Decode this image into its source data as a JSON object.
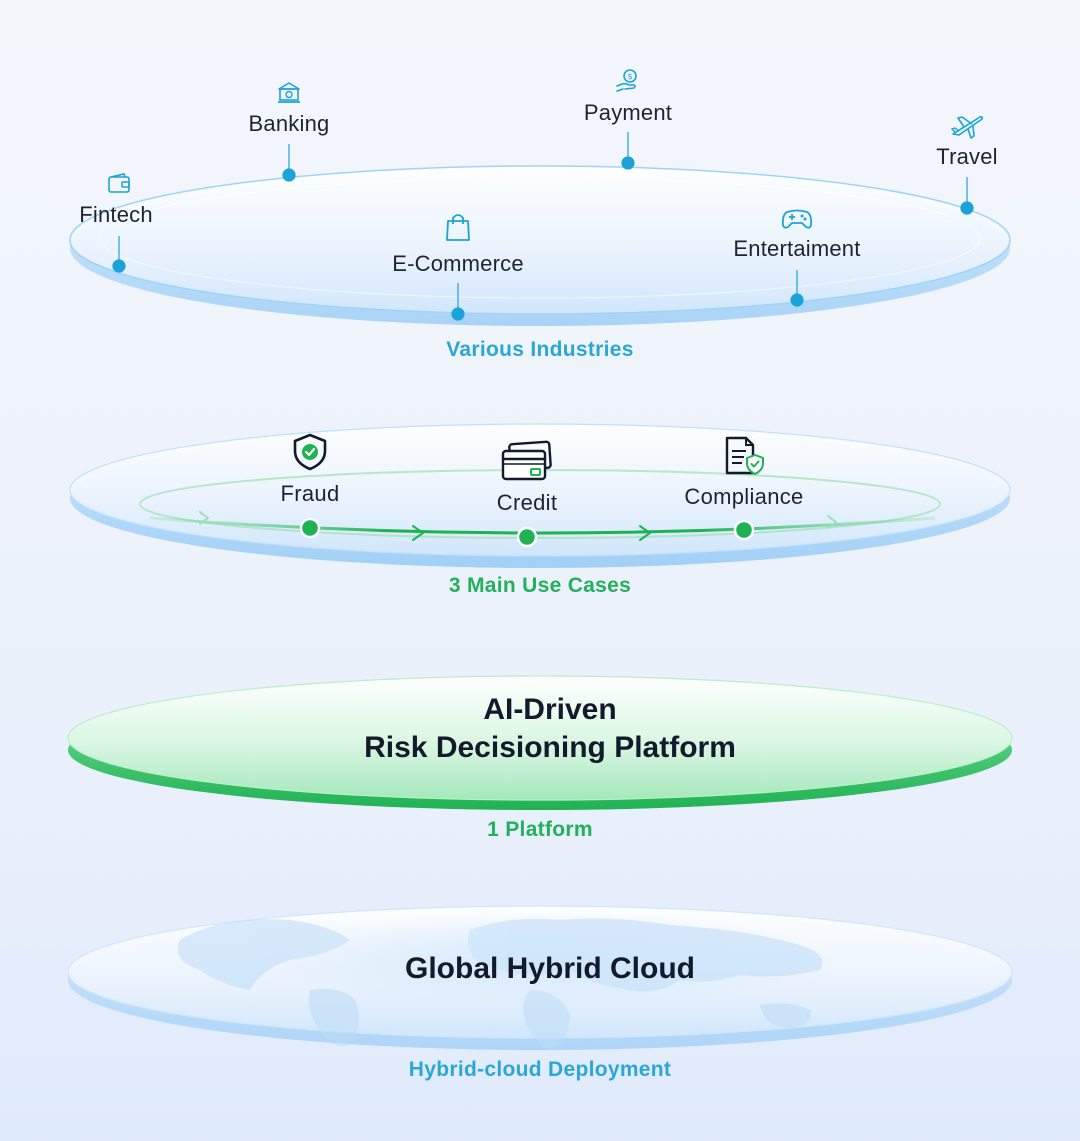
{
  "industries": {
    "items": [
      {
        "label": "Fintech",
        "icon": "wallet-icon"
      },
      {
        "label": "Banking",
        "icon": "bank-icon"
      },
      {
        "label": "E-Commerce",
        "icon": "shopping-bag-icon"
      },
      {
        "label": "Payment",
        "icon": "payment-hand-icon"
      },
      {
        "label": "Entertaiment",
        "icon": "gamepad-icon"
      },
      {
        "label": "Travel",
        "icon": "airplane-icon"
      }
    ],
    "caption": "Various Industries",
    "accent": "#2aa7d6"
  },
  "use_cases": {
    "items": [
      {
        "label": "Fraud",
        "icon": "shield-check-icon"
      },
      {
        "label": "Credit",
        "icon": "credit-cards-icon"
      },
      {
        "label": "Compliance",
        "icon": "document-shield-icon"
      }
    ],
    "caption": "3 Main Use Cases",
    "accent": "#22b15a"
  },
  "platform": {
    "title_line1": "AI-Driven",
    "title_line2": "Risk Decisioning Platform",
    "caption": "1 Platform",
    "accent": "#22b15a"
  },
  "cloud": {
    "title": "Global Hybrid Cloud",
    "caption": "Hybrid-cloud Deployment",
    "accent": "#2aa7d6"
  }
}
